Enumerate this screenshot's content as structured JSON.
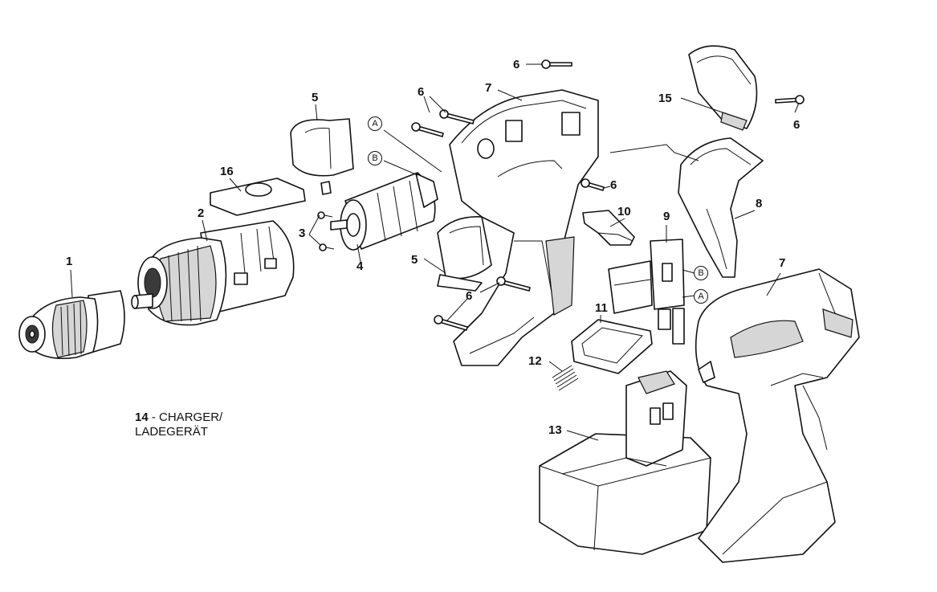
{
  "diagram": {
    "part_labels": [
      {
        "id": "p1",
        "text": "1"
      },
      {
        "id": "p2",
        "text": "2"
      },
      {
        "id": "p3",
        "text": "3"
      },
      {
        "id": "p4",
        "text": "4"
      },
      {
        "id": "p5a",
        "text": "5"
      },
      {
        "id": "p5b",
        "text": "5"
      },
      {
        "id": "p6a",
        "text": "6"
      },
      {
        "id": "p6b",
        "text": "6"
      },
      {
        "id": "p6c",
        "text": "6"
      },
      {
        "id": "p6d",
        "text": "6"
      },
      {
        "id": "p6e",
        "text": "6"
      },
      {
        "id": "p7a",
        "text": "7"
      },
      {
        "id": "p7b",
        "text": "7"
      },
      {
        "id": "p8",
        "text": "8"
      },
      {
        "id": "p9",
        "text": "9"
      },
      {
        "id": "p10",
        "text": "10"
      },
      {
        "id": "p11",
        "text": "11"
      },
      {
        "id": "p12",
        "text": "12"
      },
      {
        "id": "p13",
        "text": "13"
      },
      {
        "id": "p15",
        "text": "15"
      },
      {
        "id": "p16",
        "text": "16"
      }
    ],
    "connector_labels": {
      "a1": "A",
      "b1": "B",
      "a2": "A",
      "b2": "B"
    },
    "charger_note": {
      "number": "14",
      "text_line1": "- CHARGER/",
      "text_line2": "LADEGERÄT"
    }
  }
}
